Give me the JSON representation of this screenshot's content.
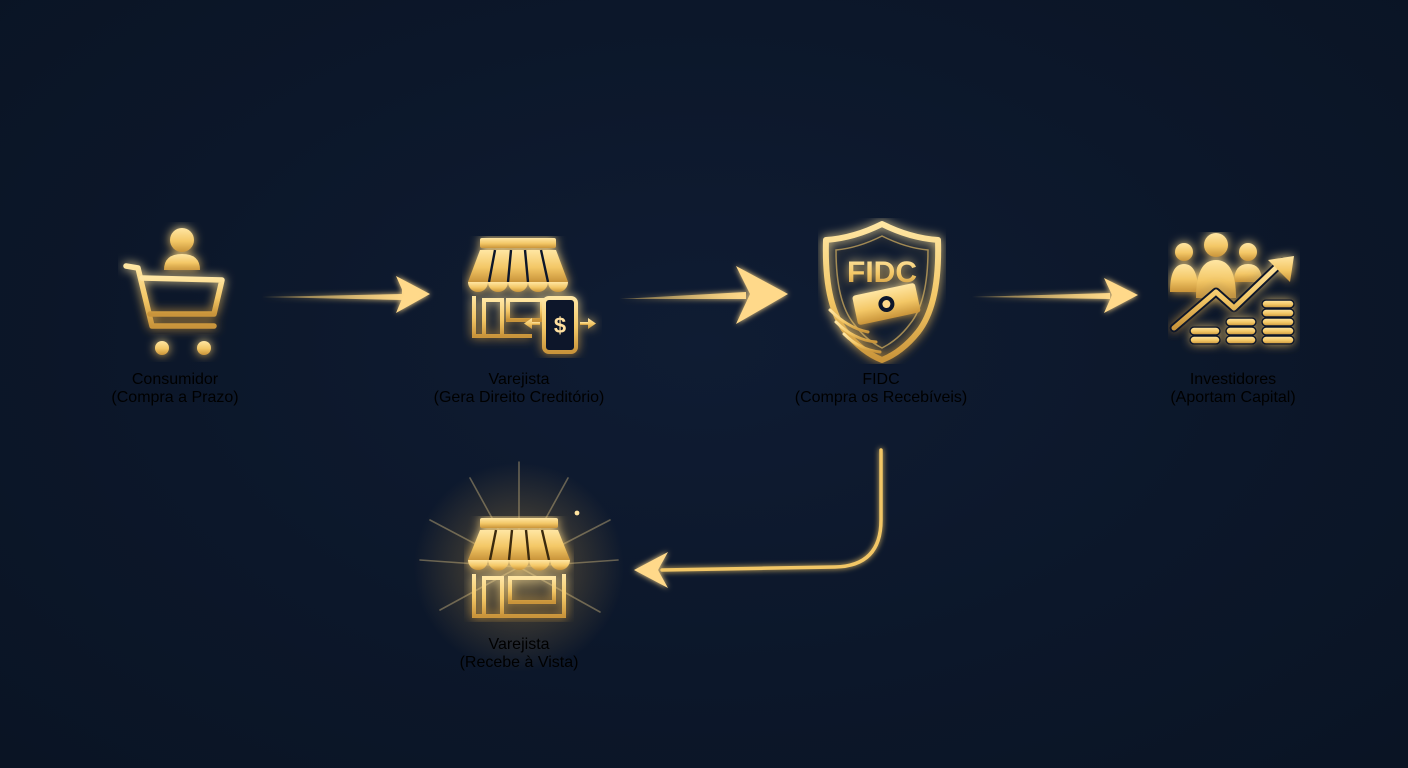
{
  "colors": {
    "background": "#0c1729",
    "gold": "#f3c766",
    "gold_light": "#ffe6a3",
    "gold_dark": "#c9943a",
    "text_title": "#ffffff",
    "text_subtitle": "#e6e9ef"
  },
  "nodes": [
    {
      "id": "consumidor",
      "icon": "shopping-cart-person-icon",
      "title": "Consumidor",
      "subtitle": "(Compra a Prazo)"
    },
    {
      "id": "varejista",
      "icon": "storefront-payment-icon",
      "title": "Varejista",
      "subtitle": "(Gera Direito Creditório)"
    },
    {
      "id": "fidc",
      "icon": "fidc-shield-icon",
      "icon_text": "FIDC",
      "title": "FIDC",
      "subtitle": "(Compra os Recebíveis)"
    },
    {
      "id": "investidores",
      "icon": "investors-growth-icon",
      "title": "Investidores",
      "subtitle": "(Aportam Capital)"
    },
    {
      "id": "varejista-recebe",
      "icon": "storefront-icon",
      "title": "Varejista",
      "subtitle": "(Recebe à Vista)"
    }
  ],
  "edges": [
    {
      "from": "consumidor",
      "to": "varejista"
    },
    {
      "from": "varejista",
      "to": "fidc"
    },
    {
      "from": "fidc",
      "to": "investidores"
    },
    {
      "from": "fidc",
      "to": "varejista-recebe"
    }
  ]
}
